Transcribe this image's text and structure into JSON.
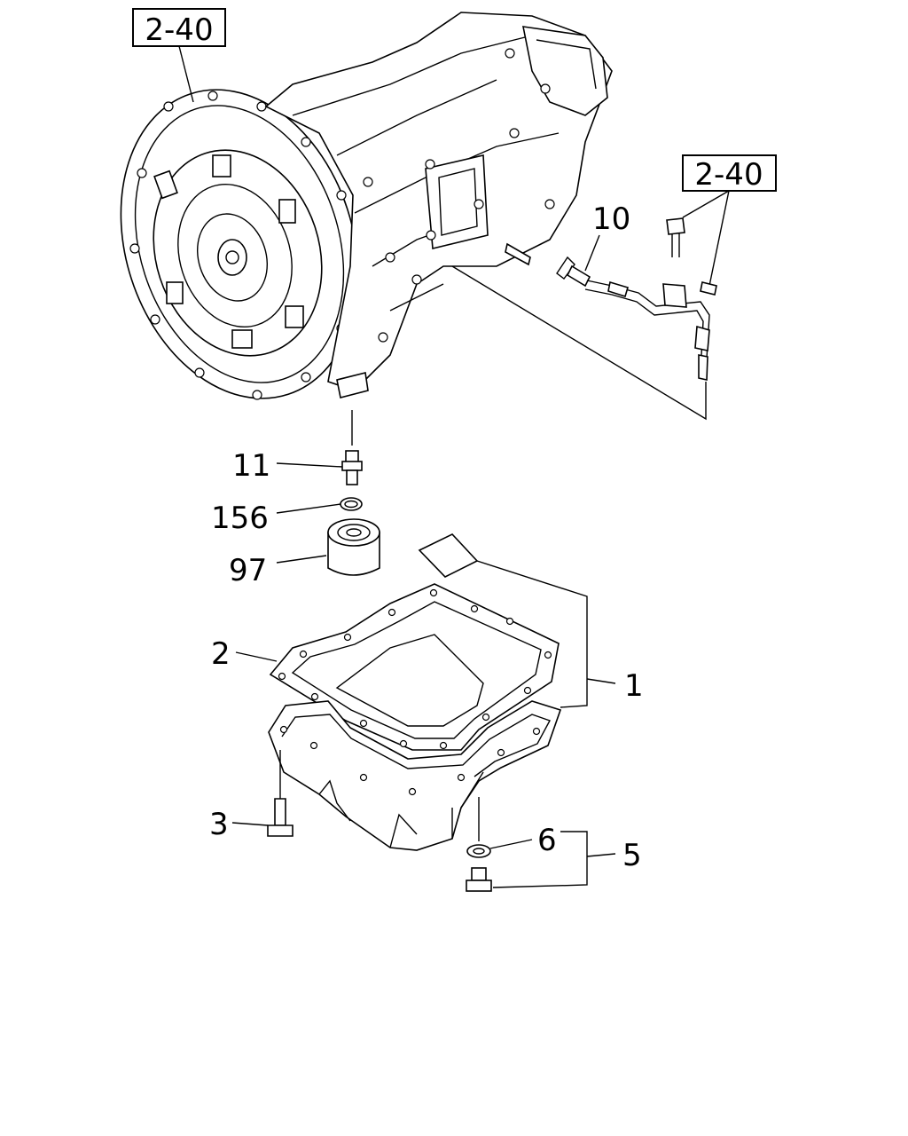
{
  "ref_boxes": [
    {
      "id": "ref-top-left",
      "text": "2-40"
    },
    {
      "id": "ref-right",
      "text": "2-40"
    }
  ],
  "callouts": {
    "c10": "10",
    "c11": "11",
    "c156": "156",
    "c97": "97",
    "c2": "2",
    "c1": "1",
    "c3": "3",
    "c6": "6",
    "c5": "5"
  },
  "colors": {
    "line": "#000000",
    "background": "#ffffff"
  }
}
